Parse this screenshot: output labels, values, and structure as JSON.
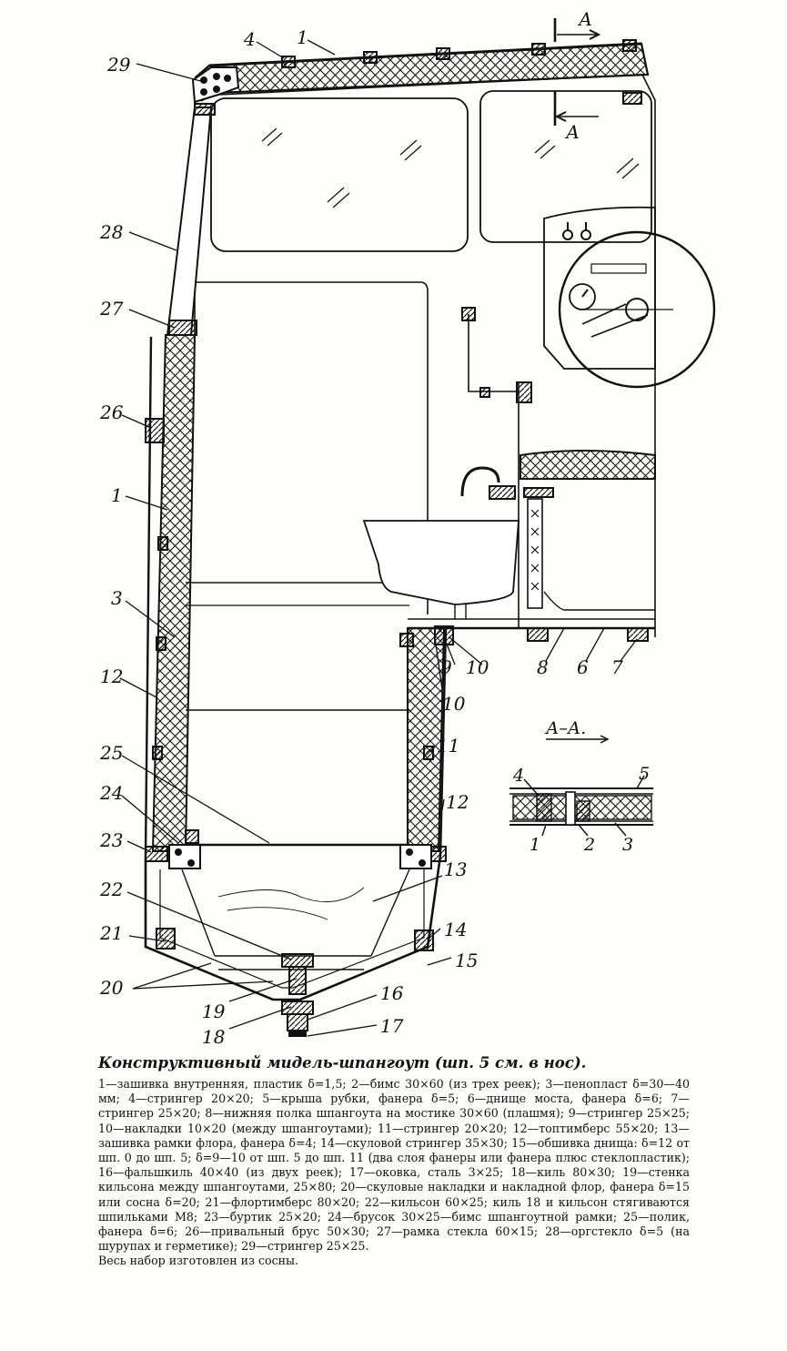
{
  "figure": {
    "callouts": [
      "29",
      "4",
      "1",
      "28",
      "27",
      "26",
      "1",
      "3",
      "12",
      "25",
      "24",
      "23",
      "22",
      "21",
      "20",
      "19",
      "18",
      "17",
      "16",
      "15",
      "14",
      "13",
      "12",
      "11",
      "10",
      "9",
      "10",
      "8",
      "6",
      "7"
    ],
    "section_mark_letter": "А",
    "section_title": "А–А.",
    "section_callouts": [
      "4",
      "5",
      "1",
      "2",
      "3"
    ]
  },
  "caption": {
    "title": "Конструктивный мидель-шпангоут (шп. 5 см. в нос).",
    "legend": "1—зашивка внутренняя, пластик δ=1,5; 2—бимс 30×60 (из трех реек); 3—пенопласт δ=30—40 мм; 4—стрингер 20×20; 5—крыша рубки, фанера δ=5; 6—днище моста, фанера δ=6; 7—стрингер 25×20; 8—нижняя полка шпангоута на мостике 30×60 (плашмя); 9—стрингер 25×25; 10—накладки 10×20 (между шпангоутами); 11—стрингер 20×20; 12—топтимберс 55×20; 13—зашивка рамки флора, фанера δ=4; 14—скуловой стрингер 35×30; 15—обшивка днища: δ=12 от шп. 0 до шп. 5; δ=9—10 от шп. 5 до шп. 11 (два слоя фанеры или фанера плюс стеклопластик); 16—фальшкиль 40×40 (из двух реек); 17—оковка, сталь 3×25; 18—киль 80×30; 19—стенка кильсона между шпангоутами, 25×80; 20—скуловые накладки и накладной флор, фанера δ=15 или сосна δ=20; 21—флортимберс 80×20; 22—кильсон 60×25; киль 18 и кильсон стягиваются шпильками М8; 23—буртик 25×20; 24—брусок 30×25—бимс шпангоутной рамки; 25—полик, фанера δ=6; 26—привальный брус 50×30; 27—рамка стекла 60×15; 28—оргстекло δ=5 (на шурупах и герметике); 29—стрингер 25×25.",
    "note": "Весь набор изготовлен из сосны."
  }
}
